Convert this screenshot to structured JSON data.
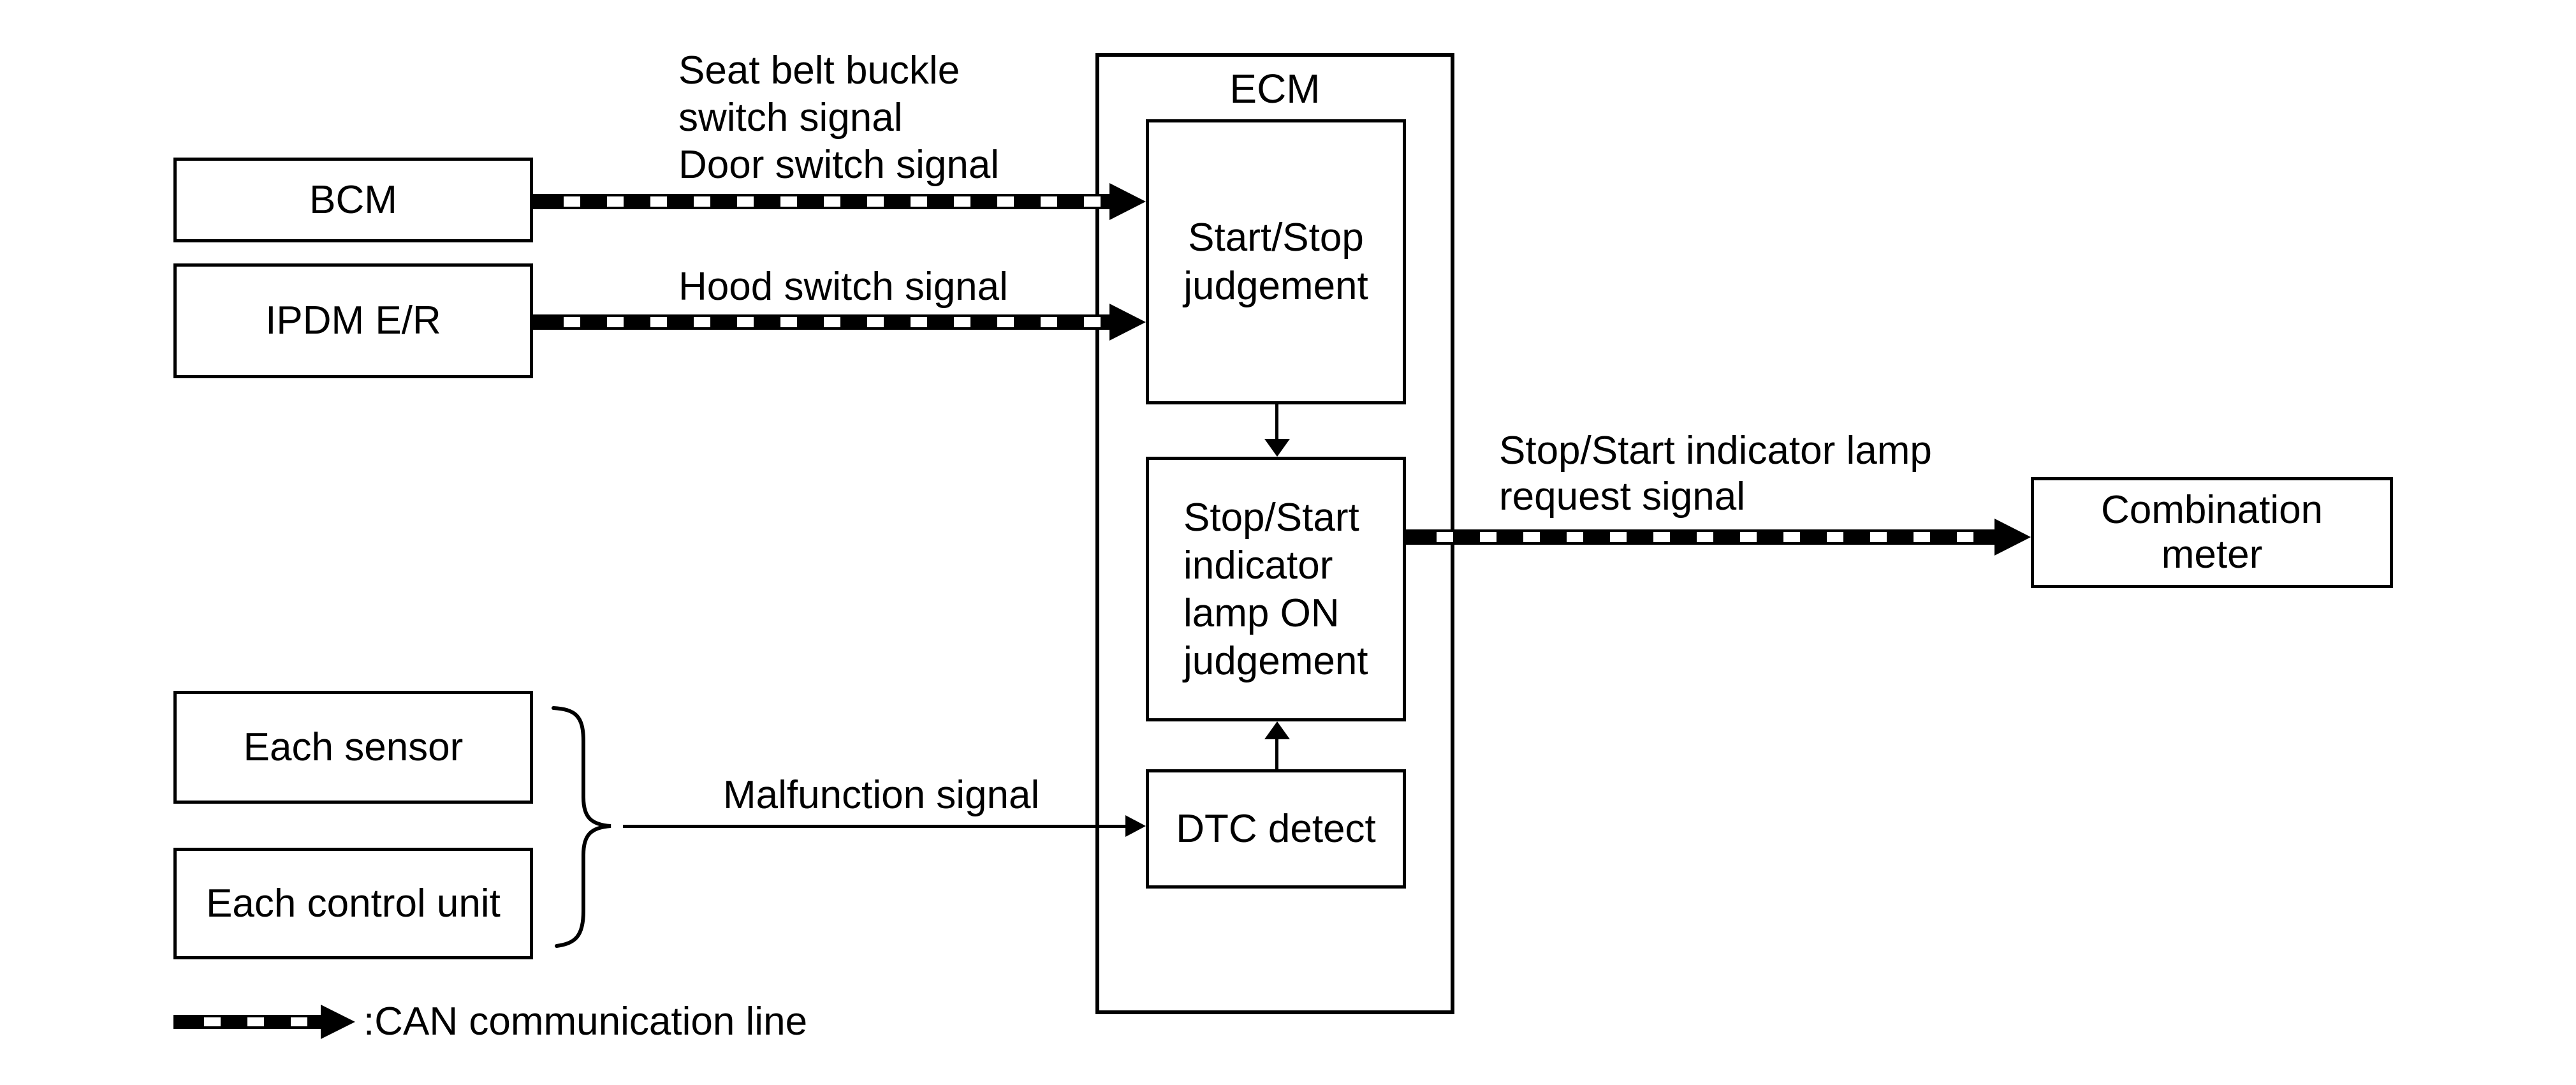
{
  "diagram": {
    "nodes": {
      "bcm": {
        "label": "BCM"
      },
      "ipdm": {
        "label": "IPDM E/R"
      },
      "ecm": {
        "label": "ECM"
      },
      "start_stop": {
        "line1": "Start/Stop",
        "line2": "judgement"
      },
      "indicator": {
        "line1": "Stop/Start",
        "line2": "indicator",
        "line3": "lamp ON",
        "line4": "judgement"
      },
      "dtc": {
        "label": "DTC detect"
      },
      "combination": {
        "line1": "Combination",
        "line2": "meter"
      },
      "each_sensor": {
        "label": "Each sensor"
      },
      "each_control": {
        "label": "Each control unit"
      }
    },
    "labels": {
      "seat_belt": {
        "line1": "Seat belt buckle",
        "line2": "switch signal",
        "line3": "Door switch signal"
      },
      "hood": {
        "label": "Hood switch signal"
      },
      "request": {
        "line1": "Stop/Start indicator lamp",
        "line2": "request signal"
      },
      "malfunction": {
        "label": "Malfunction signal"
      },
      "legend": {
        "label": ":CAN communication line"
      }
    },
    "colors": {
      "line": "#000000",
      "background": "#ffffff"
    }
  }
}
